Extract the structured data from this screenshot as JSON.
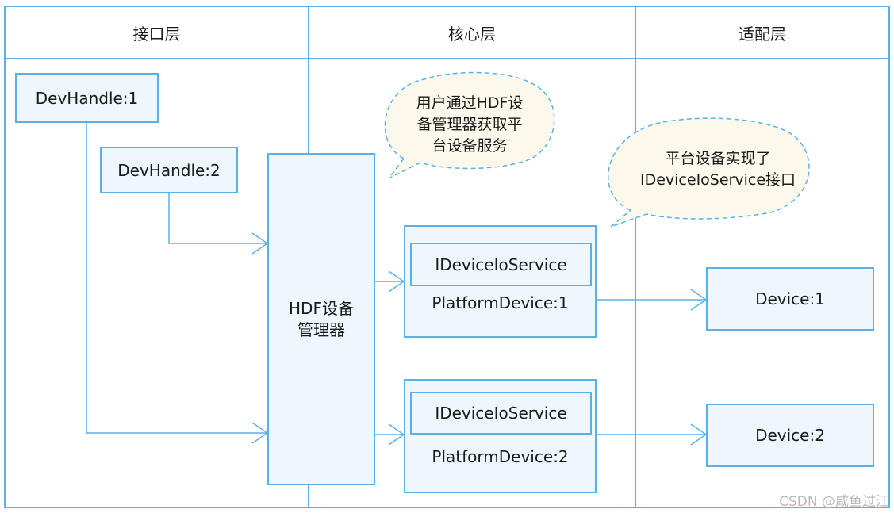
{
  "lanes": {
    "interface": "接口层",
    "core": "核心层",
    "adapter": "适配层"
  },
  "handles": {
    "h1": "DevHandle:1",
    "h2": "DevHandle:2"
  },
  "manager": {
    "line1": "HDF设备",
    "line2": "管理器"
  },
  "platforms": [
    {
      "service": "IDeviceIoService",
      "name": "PlatformDevice:1"
    },
    {
      "service": "IDeviceIoService",
      "name": "PlatformDevice:2"
    }
  ],
  "devices": {
    "d1": "Device:1",
    "d2": "Device:2"
  },
  "callouts": {
    "c1": {
      "line1": "用户通过HDF设",
      "line2": "备管理器获取平",
      "line3": "台设备服务"
    },
    "c2": {
      "line1": "平台设备实现了",
      "line2": "IDeviceIoService接口"
    }
  },
  "watermark": "CSDN @咸鱼过江",
  "colors": {
    "accent": "#5ab1e8",
    "fill": "#eef7fd",
    "bubble_fill": "#fdf8ec",
    "bubble_border": "#5ab1e8"
  }
}
